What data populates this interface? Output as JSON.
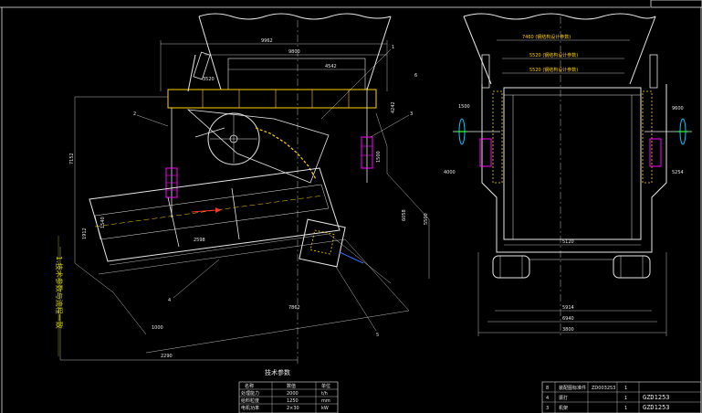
{
  "drawing": {
    "side_view": {
      "dimensions": [
        "9962",
        "9800",
        "4542",
        "7152",
        "4242",
        "2598",
        "1912",
        "2290",
        "7862",
        "1000",
        "5500",
        "6058",
        "1540",
        "1500",
        "3520"
      ],
      "callouts": [
        "1",
        "2",
        "3",
        "4",
        "5",
        "6"
      ]
    },
    "front_view": {
      "dimensions": [
        "1500",
        "5120",
        "5914",
        "6940",
        "3800",
        "5254",
        "4000",
        "9600"
      ],
      "notes": [
        "7460 (钢结构设计参数)",
        "5520 (钢结构设计参数)",
        "5520 (钢结构设计参数)"
      ]
    },
    "vertical_notes": "1.技术参数与流程一致"
  },
  "tech_table": {
    "title": "技术参数",
    "headers": [
      "名称",
      "数值",
      "单位"
    ],
    "rows": [
      [
        "处理能力",
        "2000",
        "t/h"
      ],
      [
        "给料粒度",
        "1250",
        "mm"
      ],
      [
        "电机功率",
        "2×30",
        "kW"
      ]
    ]
  },
  "title_block": {
    "rows": [
      [
        "8",
        "装配图标准件",
        "ZD003253",
        "1",
        ""
      ],
      [
        "4",
        "振打",
        "",
        "1",
        "GZD1253"
      ],
      [
        "3",
        "机架",
        "",
        "1",
        "GZD1253"
      ]
    ]
  },
  "colors": {
    "background": "#000000",
    "line_white": "#e8e8e8",
    "line_yellow": "#ffd200",
    "line_magenta": "#ff00ff",
    "line_cyan": "#00c8ff",
    "line_red": "#ff3030",
    "line_green": "#30ff30",
    "line_blue": "#3070ff"
  }
}
